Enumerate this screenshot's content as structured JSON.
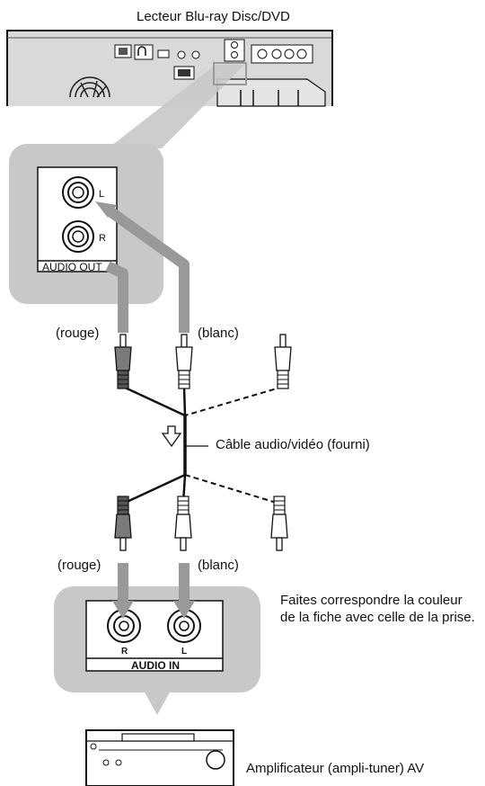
{
  "device_title": "Lecteur Blu-ray Disc/DVD",
  "player_panel": {
    "port_L": "L",
    "port_R": "R",
    "section_label": "AUDIO OUT"
  },
  "plug_labels": {
    "top_red": "(rouge)",
    "top_white": "(blanc)",
    "bottom_red": "(rouge)",
    "bottom_white": "(blanc)"
  },
  "cable_label": "Câble audio/vidéo (fourni)",
  "amp_panel": {
    "port_R": "R",
    "port_L": "L",
    "section_label": "AUDIO IN"
  },
  "note": "Faites correspondre la couleur de la fiche avec celle de la prise.",
  "amp_title": "Amplificateur (ampli-tuner) AV",
  "colors": {
    "panel_gray": "#c8c8c8",
    "arrow_gray": "#999999",
    "plug_red_gray": "#7a7a7a",
    "outline": "#111111"
  }
}
